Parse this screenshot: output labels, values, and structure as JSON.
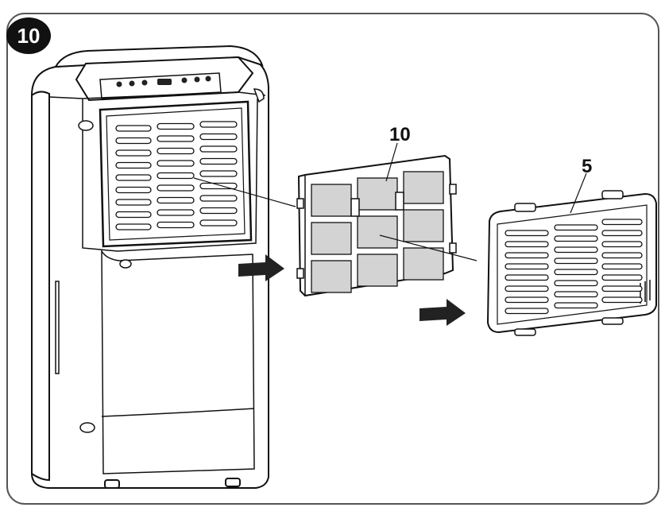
{
  "figure": {
    "step_number": "10"
  },
  "labels": {
    "inner_filter": "10",
    "outer_grille": "5"
  },
  "icons": {
    "arrow": "right-arrow-icon"
  },
  "colors": {
    "stroke": "#111111",
    "filter_fill": "#d3d3d3",
    "arrow_fill": "#222222",
    "badge": "#111111"
  }
}
